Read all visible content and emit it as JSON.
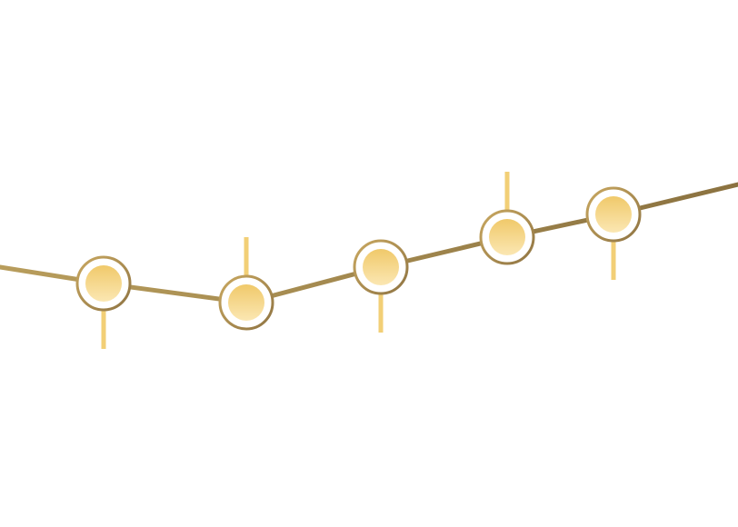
{
  "graphic": {
    "type": "timeline-connector",
    "colors": {
      "line_start": "#b89d5c",
      "line_end": "#8b7240",
      "ring_start": "#c9a860",
      "ring_end": "#8f7443",
      "node_fill_top": "#f0c96a",
      "node_fill_bottom": "#fbe7b3",
      "stem": "#f2cf76",
      "background": "#ffffff"
    },
    "nodes": [
      {
        "id": "node-1",
        "stem": "down"
      },
      {
        "id": "node-2",
        "stem": "up"
      },
      {
        "id": "node-3",
        "stem": "down"
      },
      {
        "id": "node-4",
        "stem": "up"
      },
      {
        "id": "node-5",
        "stem": "down"
      }
    ]
  }
}
